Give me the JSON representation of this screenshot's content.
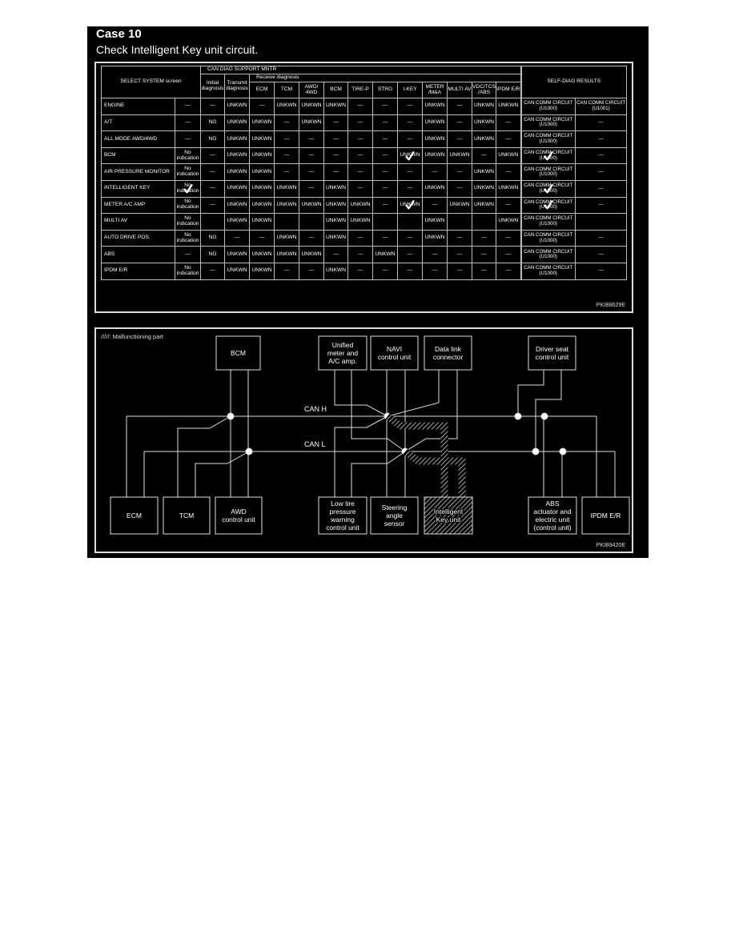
{
  "heading": {
    "title": "Case 10",
    "subtitle": "Check Intelligent Key unit circuit."
  },
  "table": {
    "select_header": "SELECT SYSTEM screen",
    "can_diag_header": "CAN DIAG SUPPORT MNTR",
    "initial": "Initial diagnosis",
    "transmit": "Transmit diagnosis",
    "receive_header": "Receive diagnosis",
    "receive_cols": [
      "ECM",
      "TCM",
      "AWD/ 4WD",
      "BCM",
      "TIRE-P",
      "STRG",
      "I-KEY",
      "METER /M&A",
      "MULTI AV",
      "VDC/TCS /ABS",
      "IPDM E/R"
    ],
    "self_diag_header": "SELF-DIAG RESULTS",
    "rows": [
      {
        "system": "ENGINE",
        "cells": [
          "—",
          "—",
          "UNKWN",
          "—",
          "UNKWN",
          "UNKWN",
          "UNKWN",
          "—",
          "—",
          "—",
          "UNKWN",
          "—",
          "UNKWN",
          "UNKWN",
          "CAN COMM CIRCUIT (U1000)",
          "CAN COMM CIRCUIT (U1001)"
        ],
        "checks": []
      },
      {
        "system": "A/T",
        "cells": [
          "—",
          "NG",
          "UNKWN",
          "UNKWN",
          "—",
          "UNKWN",
          "—",
          "—",
          "—",
          "—",
          "UNKWN",
          "—",
          "UNKWN",
          "—",
          "CAN COMM CIRCUIT (U1000)",
          "—"
        ],
        "checks": []
      },
      {
        "system": "ALL MODE AWD/4WD",
        "cells": [
          "—",
          "NG",
          "UNKWN",
          "UNKWN",
          "—",
          "—",
          "—",
          "—",
          "—",
          "—",
          "UNKWN",
          "—",
          "UNKWN",
          "—",
          "CAN COMM CIRCUIT (U1000)",
          "—"
        ],
        "checks": []
      },
      {
        "system": "BCM",
        "cells": [
          "No indication",
          "—",
          "UNKWN",
          "UNKWN",
          "—",
          "—",
          "—",
          "—",
          "—",
          "UNKWN",
          "UNKWN",
          "UNKWN",
          "—",
          "UNKWN",
          "CAN COMM CIRCUIT (U1000)",
          "—"
        ],
        "checks": [
          9,
          14
        ]
      },
      {
        "system": "AIR PRESSURE MONITOR",
        "cells": [
          "No indication",
          "—",
          "UNKWN",
          "UNKWN",
          "—",
          "—",
          "—",
          "—",
          "—",
          "—",
          "—",
          "—",
          "UNKWN",
          "—",
          "CAN COMM CIRCUIT (U1000)",
          "—"
        ],
        "checks": []
      },
      {
        "system": "INTELLIGENT KEY",
        "cells": [
          "No indication",
          "—",
          "UNKWN",
          "UNKWN",
          "UNKWN",
          "—",
          "UNKWN",
          "—",
          "—",
          "—",
          "UNKWN",
          "—",
          "UNKWN",
          "UNKWN",
          "CAN COMM CIRCUIT (U1000)",
          "—"
        ],
        "checks": [
          0,
          14
        ]
      },
      {
        "system": "METER A/C AMP",
        "cells": [
          "No indication",
          "—",
          "UNKWN",
          "UNKWN",
          "UNKWN",
          "UNKWN",
          "UNKWN",
          "UNKWN",
          "—",
          "UNKWN",
          "—",
          "UNKWN",
          "UNKWN",
          "—",
          "CAN COMM CIRCUIT (U1000)",
          "—"
        ],
        "checks": [
          9,
          14
        ]
      },
      {
        "system": "MULTI AV",
        "cells": [
          "No indication",
          "",
          "UNKWN",
          "UNKWN",
          "",
          "",
          "UNKWN",
          "UNKWN",
          "",
          "",
          "UNKWN",
          "",
          "",
          "UNKWN",
          "CAN COMM CIRCUIT (U1000)",
          ""
        ],
        "checks": []
      },
      {
        "system": "AUTO DRIVE POS.",
        "cells": [
          "No indication",
          "NG",
          "—",
          "—",
          "UNKWN",
          "—",
          "UNKWN",
          "—",
          "—",
          "—",
          "UNKWN",
          "—",
          "—",
          "—",
          "CAN COMM CIRCUIT (U1000)",
          "—"
        ],
        "checks": []
      },
      {
        "system": "ABS",
        "cells": [
          "—",
          "NG",
          "UNKWN",
          "UNKWN",
          "UNKWN",
          "UNKWN",
          "—",
          "—",
          "UNKWN",
          "—",
          "—",
          "—",
          "—",
          "—",
          "CAN COMM CIRCUIT (U1000)",
          "—"
        ],
        "checks": []
      },
      {
        "system": "IPDM E/R",
        "cells": [
          "No indication",
          "—",
          "UNKWN",
          "UNKWN",
          "—",
          "—",
          "UNKWN",
          "—",
          "—",
          "—",
          "—",
          "—",
          "—",
          "—",
          "CAN COMM CIRCUIT (U1000)",
          "—"
        ],
        "checks": []
      }
    ],
    "code": "PKIB8629E"
  },
  "diagram": {
    "legend": "/////: Malfunctioning part",
    "can_h": "CAN H",
    "can_l": "CAN L",
    "units": {
      "bcm": "BCM",
      "unified": [
        "Unified",
        "meter and",
        "A/C amp."
      ],
      "navi": [
        "NAVI",
        "control unit"
      ],
      "datalink": [
        "Data link",
        "connector"
      ],
      "driverseat": [
        "Driver seat",
        "control unit"
      ],
      "ecm": "ECM",
      "tcm": "TCM",
      "awd": [
        "AWD",
        "control unit"
      ],
      "lowtire": [
        "Low tire",
        "pressure",
        "warning",
        "control unit"
      ],
      "steering": [
        "Steering",
        "angle",
        "sensor"
      ],
      "ikey": [
        "Intelligent",
        "Key unit"
      ],
      "abs": [
        "ABS",
        "actuator and",
        "electric unit",
        "(control unit)"
      ],
      "ipdm": "IPDM E/R"
    },
    "malfunction_unit": "ikey",
    "code": "PKIB9420E"
  }
}
